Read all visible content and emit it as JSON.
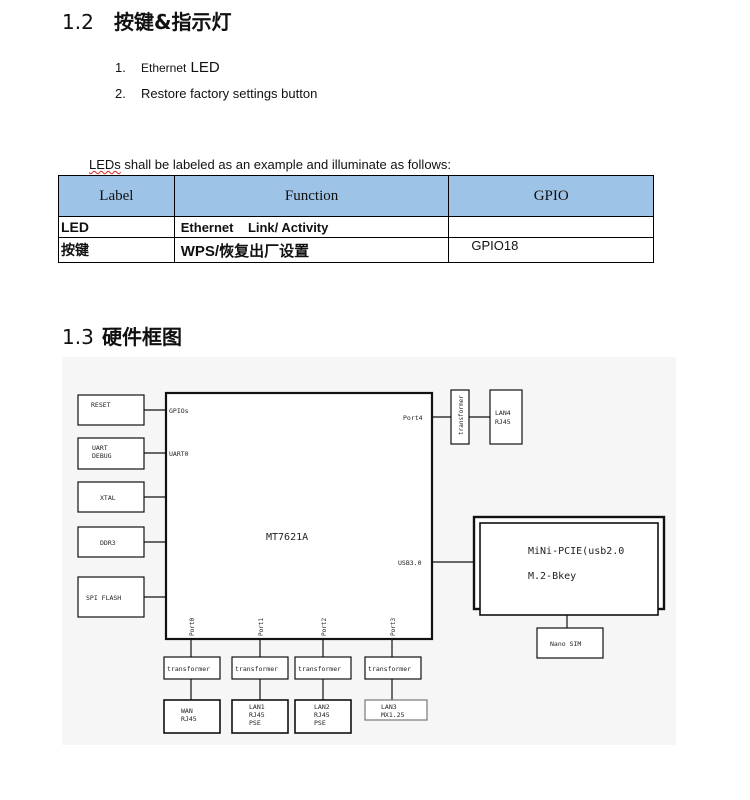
{
  "section_buttons": {
    "number": "1.2",
    "title": "按键&指示灯"
  },
  "list": [
    {
      "n": "1.",
      "text_a": "Ethernet",
      "text_b": " LED"
    },
    {
      "n": "2.",
      "text_a": "Restore factory settings button",
      "text_b": ""
    }
  ],
  "intro": {
    "word": "LEDs",
    "rest": " shall be labeled as an example and illuminate as follows:"
  },
  "table": {
    "headers": [
      "Label",
      "Function",
      "GPIO"
    ],
    "rows": [
      {
        "label": "LED",
        "function": "Ethernet    Link/ Activity",
        "gpio": ""
      },
      {
        "label": "按键",
        "function": "WPS/恢复出厂设置",
        "gpio": "GPIO18"
      }
    ]
  },
  "section_diagram": {
    "number": "1.3",
    "title": "硬件框图"
  },
  "diagram": {
    "left_blocks": [
      "RESET",
      "UART DEBUG",
      "XTAL",
      "DDR3",
      "SPI FLASH"
    ],
    "chip": "MT7621A",
    "chip_pins": {
      "gpio": "GPIOs",
      "uart": "UART0",
      "usb": "USB3.0",
      "port4": "Port4"
    },
    "ports": [
      "Port0",
      "Port1",
      "Port2",
      "Port3"
    ],
    "transformer": "transformer",
    "bottom_blocks": [
      [
        "WAN",
        "RJ45"
      ],
      [
        "LAN1",
        "RJ45",
        "PSE"
      ],
      [
        "LAN2",
        "RJ45",
        "PSE"
      ],
      [
        "LAN3",
        "MX1.25"
      ]
    ],
    "lan4": [
      "LAN4",
      "RJ45"
    ],
    "minipcie": "MiNi-PCIE(usb2.0",
    "m2": "M.2-Bkey",
    "nanosim": "Nano SIM"
  }
}
